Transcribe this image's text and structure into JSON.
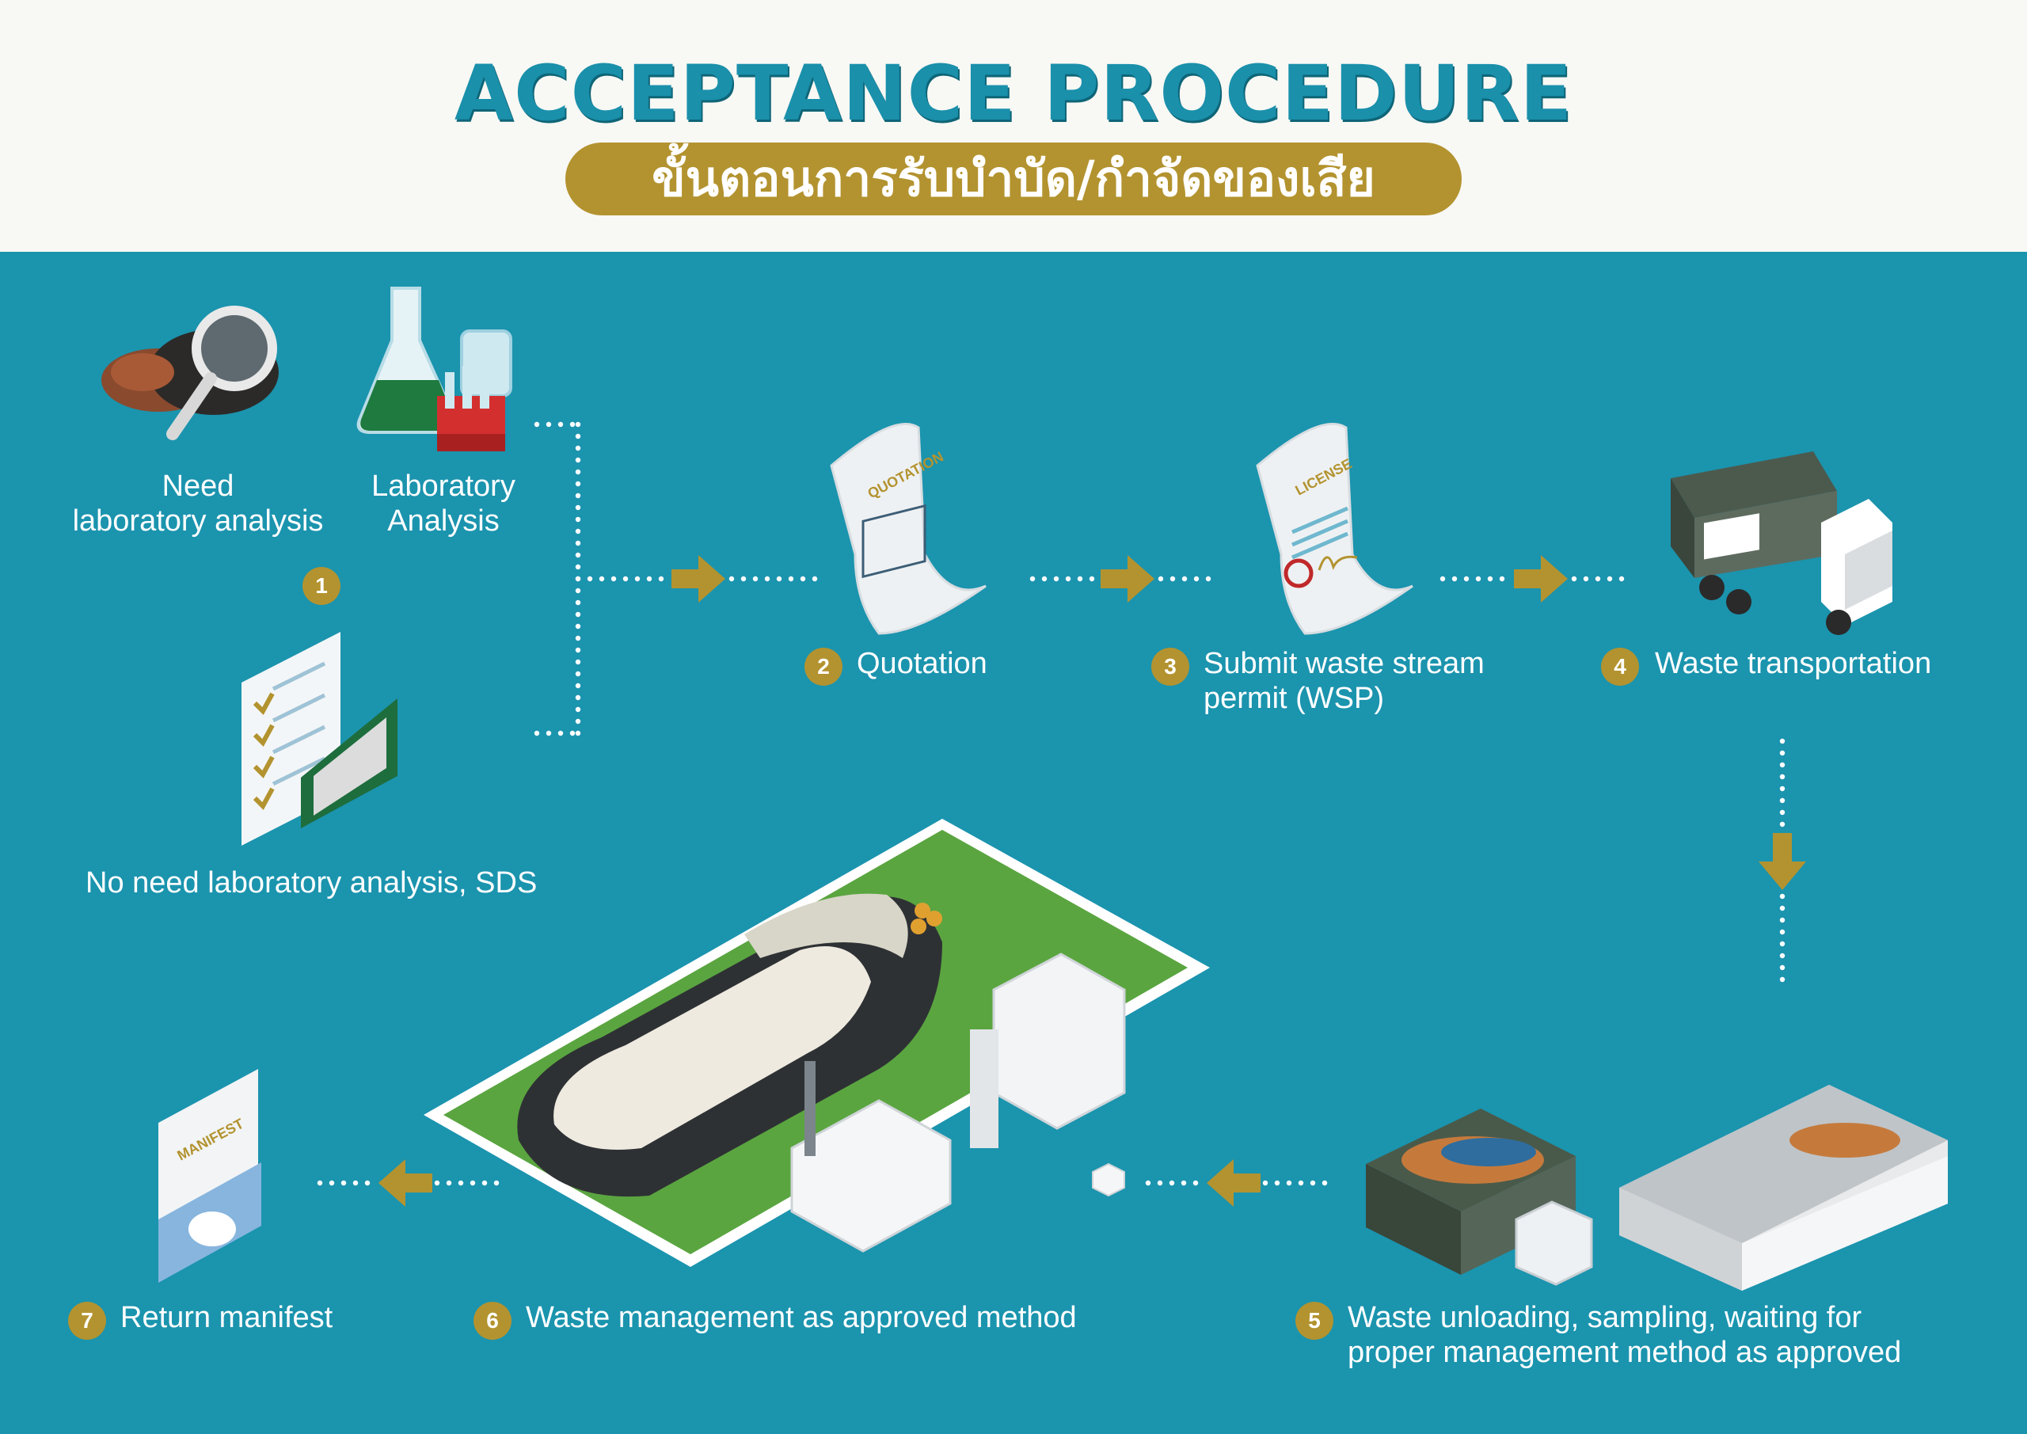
{
  "header": {
    "title": "ACCEPTANCE PROCEDURE",
    "subtitle": "ขั้นตอนการรับบำบัด/กำจัดของเสีย"
  },
  "colors": {
    "panel": "#1b94ae",
    "title": "#1a90ab",
    "gold": "#b3932f",
    "text": "#ffffff"
  },
  "steps": {
    "s1": {
      "number": "1",
      "option_a": [
        "Need",
        "laboratory analysis"
      ],
      "option_b": [
        "Laboratory",
        "Analysis"
      ],
      "option_c": "No need laboratory analysis, SDS"
    },
    "s2": {
      "number": "2",
      "label": "Quotation",
      "doc_word": "QUOTATION"
    },
    "s3": {
      "number": "3",
      "label": [
        "Submit waste stream",
        "permit (WSP)"
      ],
      "doc_word": "LICENSE"
    },
    "s4": {
      "number": "4",
      "label": "Waste transportation"
    },
    "s5": {
      "number": "5",
      "label": [
        "Waste unloading, sampling, waiting for",
        "proper management method as approved"
      ]
    },
    "s6": {
      "number": "6",
      "label": "Waste management as approved method"
    },
    "s7": {
      "number": "7",
      "label": "Return manifest",
      "doc_word": "MANIFEST"
    }
  },
  "icons": [
    "soil-magnifier-icon",
    "lab-flask-icon",
    "sds-checklist-icon",
    "quotation-document-icon",
    "license-document-icon",
    "truck-icon",
    "waste-bins-warehouse-icon",
    "landfill-plant-icon",
    "manifest-folder-icon"
  ]
}
